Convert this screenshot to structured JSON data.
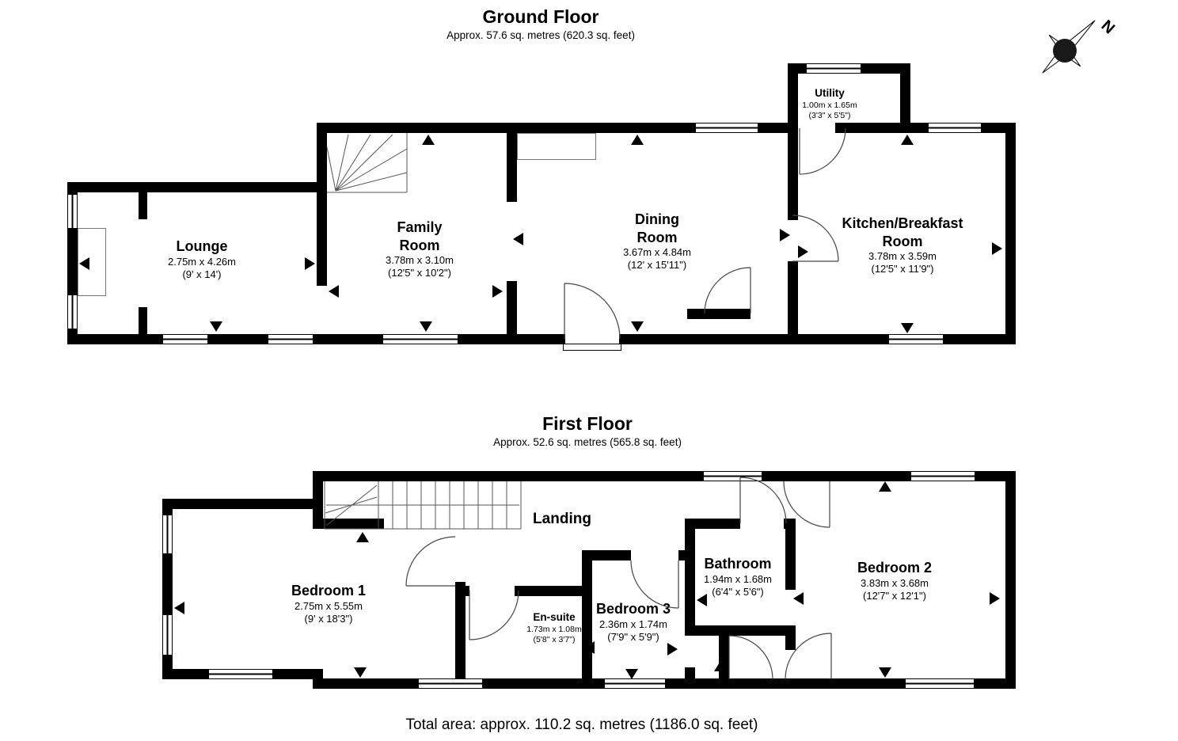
{
  "colors": {
    "wall": "#000000",
    "background": "#ffffff"
  },
  "compass": {
    "north_label": "N"
  },
  "floors": {
    "ground": {
      "title": "Ground Floor",
      "subtitle": "Approx. 57.6 sq. metres (620.3 sq. feet)",
      "rooms": {
        "lounge": {
          "name": "Lounge",
          "metric": "2.75m x 4.26m",
          "imperial": "(9' x 14')"
        },
        "family": {
          "name_line1": "Family",
          "name_line2": "Room",
          "metric": "3.78m x 3.10m",
          "imperial": "(12'5\" x 10'2\")"
        },
        "dining": {
          "name_line1": "Dining",
          "name_line2": "Room",
          "metric": "3.67m x 4.84m",
          "imperial": "(12' x 15'11\")"
        },
        "kitchen": {
          "name_line1": "Kitchen/Breakfast",
          "name_line2": "Room",
          "metric": "3.78m x 3.59m",
          "imperial": "(12'5\" x 11'9\")"
        },
        "utility": {
          "name": "Utility",
          "metric": "1.00m x 1.65m",
          "imperial": "(3'3\" x 5'5\")"
        }
      }
    },
    "first": {
      "title": "First Floor",
      "subtitle": "Approx. 52.6 sq. metres (565.8 sq. feet)",
      "rooms": {
        "bedroom1": {
          "name": "Bedroom 1",
          "metric": "2.75m x 5.55m",
          "imperial": "(9' x 18'3\")"
        },
        "landing": {
          "name": "Landing"
        },
        "ensuite": {
          "name": "En-suite",
          "metric": "1.73m x 1.08m",
          "imperial": "(5'8\" x 3'7\")"
        },
        "bedroom3": {
          "name": "Bedroom 3",
          "metric": "2.36m x 1.74m",
          "imperial": "(7'9\" x 5'9\")"
        },
        "bathroom": {
          "name": "Bathroom",
          "metric": "1.94m x 1.68m",
          "imperial": "(6'4\" x 5'6\")"
        },
        "bedroom2": {
          "name": "Bedroom 2",
          "metric": "3.83m x 3.68m",
          "imperial": "(12'7\" x 12'1\")"
        }
      }
    }
  },
  "footer": {
    "total_area": "Total area: approx. 110.2 sq. metres (1186.0 sq. feet)"
  }
}
